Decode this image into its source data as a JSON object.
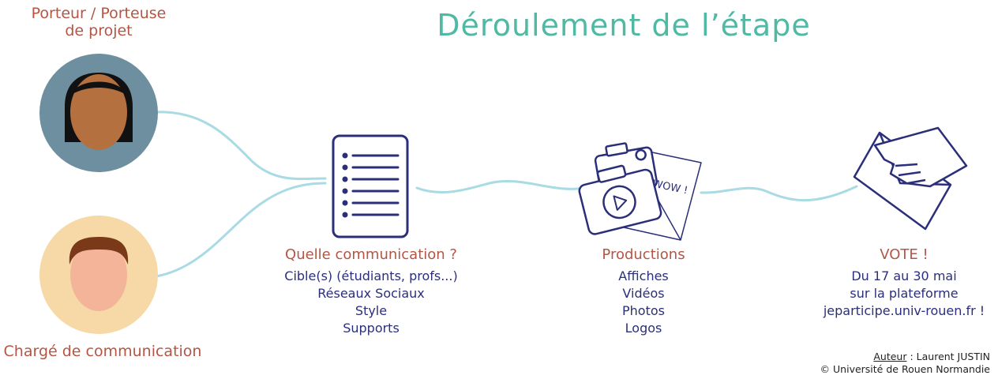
{
  "title": "Déroulement de l’étape",
  "roles": {
    "top": [
      "Porteur / Porteuse",
      "de projet"
    ],
    "bottom": "Chargé de communication"
  },
  "steps": [
    {
      "heading": "Quelle communication ?",
      "items": [
        "Cible(s) (étudiants, profs...)",
        "Réseaux Sociaux",
        "Style",
        "Supports"
      ]
    },
    {
      "heading": "Productions",
      "items": [
        "Affiches",
        "Vidéos",
        "Photos",
        "Logos"
      ]
    },
    {
      "heading": "VOTE !",
      "items": [
        "Du 17 au 30 mai",
        "sur la plateforme",
        "jeparticipe.univ-rouen.fr !"
      ]
    }
  ],
  "photo_card_text": "WOW !",
  "credit": {
    "author_label": "Auteur",
    "author_rest": " : Laurent JUSTIN",
    "copyright": "© Université de Rouen Normandie"
  },
  "colors": {
    "title": "#4fb9a3",
    "heading": "#b55544",
    "text": "#2b2f7a",
    "line": "#a8dbe3",
    "avatar_top_bg": "#6e8fa0",
    "avatar_bottom_bg": "#f6d9a6",
    "skin_dark": "#b5703f",
    "skin_light": "#f4b49a"
  },
  "icons": [
    "person-female-icon",
    "person-male-icon",
    "document-list-icon",
    "camera-photo-icon",
    "vote-envelope-icon"
  ]
}
